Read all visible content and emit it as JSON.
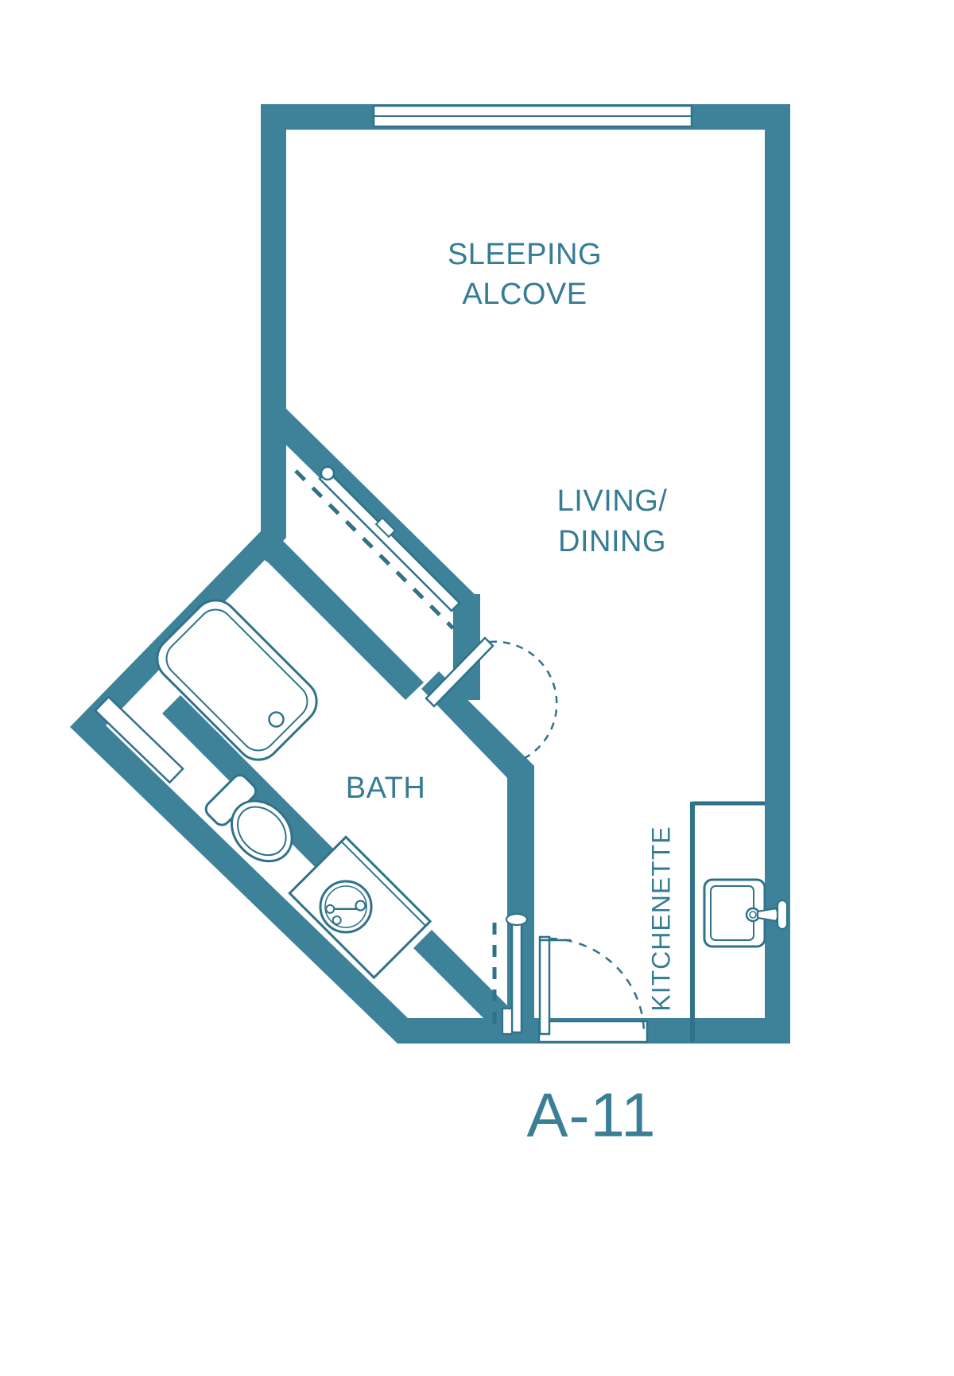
{
  "document": {
    "type": "floor-plan",
    "unit_label": "A-11"
  },
  "colors": {
    "wall": "#3d8299",
    "fixture_stroke": "#2f728a",
    "label_text": "#367c94",
    "background": "#ffffff",
    "door_swing": "#2f728a",
    "window_fill": "#ffffff"
  },
  "rooms": [
    {
      "id": "sleeping-alcove",
      "label_line_1": "SLEEPING",
      "label_line_2": "ALCOVE"
    },
    {
      "id": "living-dining",
      "label_line_1": "LIVING/",
      "label_line_2": "DINING"
    },
    {
      "id": "bath",
      "label_line_1": "BATH",
      "label_line_2": ""
    },
    {
      "id": "kitchenette",
      "label_line_1": "KITCHENETTE",
      "label_line_2": ""
    }
  ],
  "labels": {
    "sleeping_alcove_1": "SLEEPING",
    "sleeping_alcove_2": "ALCOVE",
    "living_dining_1": "LIVING/",
    "living_dining_2": "DINING",
    "bath": "BATH",
    "kitchenette": "KITCHENETTE",
    "unit": "A-11"
  },
  "fixtures": [
    {
      "name": "bathtub",
      "room": "bath"
    },
    {
      "name": "toilet",
      "room": "bath"
    },
    {
      "name": "vanity-sink",
      "room": "bath"
    },
    {
      "name": "kitchen-sink",
      "room": "kitchenette"
    },
    {
      "name": "kitchen-counter",
      "room": "kitchenette"
    }
  ],
  "openings": [
    {
      "name": "window-top",
      "type": "window",
      "wall": "north"
    },
    {
      "name": "window-lower-left",
      "type": "window",
      "wall": "southwest"
    },
    {
      "name": "pocket-door-shower",
      "type": "sliding-door",
      "room": "bath"
    },
    {
      "name": "bath-entry-door",
      "type": "swing-door",
      "room": "bath"
    },
    {
      "name": "pocket-door-closet",
      "type": "sliding-door",
      "room": "living-dining"
    },
    {
      "name": "entry-door",
      "type": "swing-door",
      "room": "living-dining"
    },
    {
      "name": "window-bottom",
      "type": "window",
      "wall": "south"
    }
  ]
}
